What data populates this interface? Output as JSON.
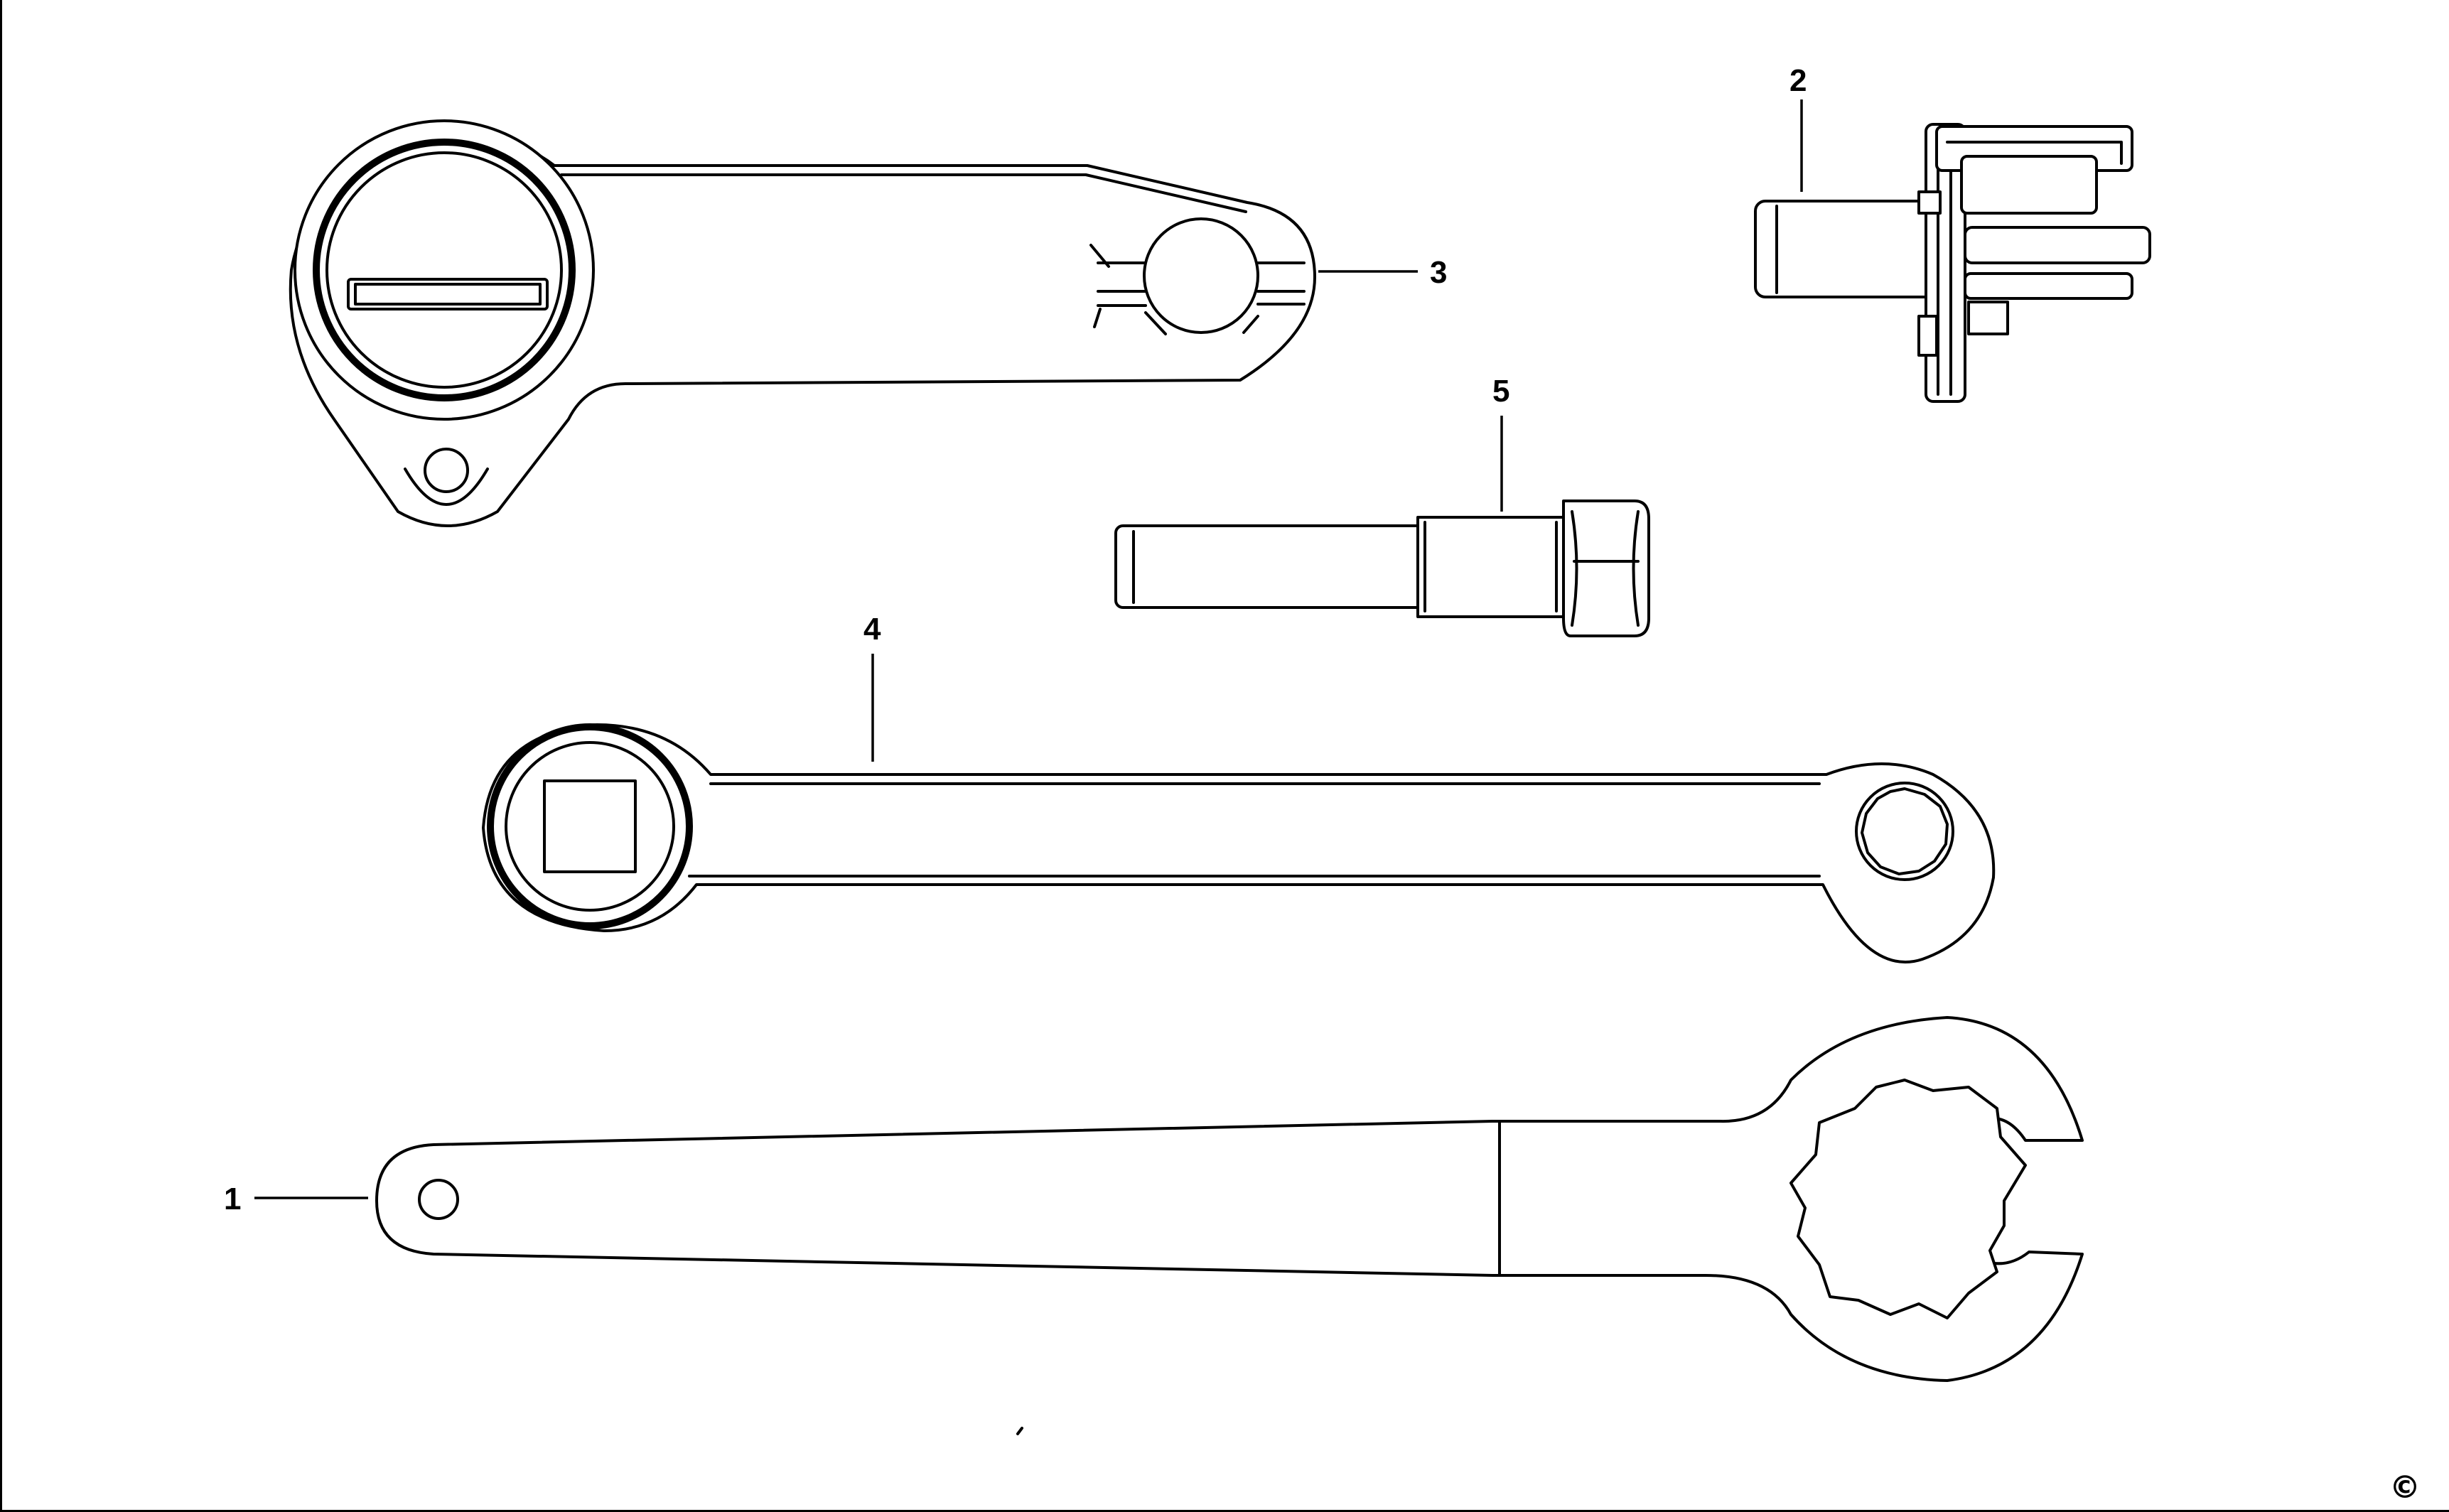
{
  "diagram": {
    "callouts": [
      {
        "id": "1",
        "part": "open-ring-spanner-wrench"
      },
      {
        "id": "2",
        "part": "spindle-lock-adapter"
      },
      {
        "id": "3",
        "part": "pin-spanner-lever"
      },
      {
        "id": "4",
        "part": "ring-wrench-square-drive"
      },
      {
        "id": "5",
        "part": "hex-bolt"
      }
    ],
    "copyright_mark": "©"
  }
}
